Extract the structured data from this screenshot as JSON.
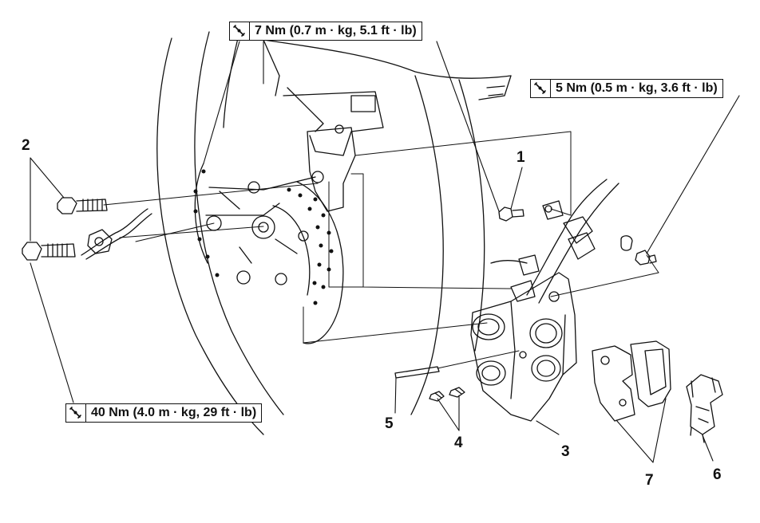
{
  "torque_specs": {
    "top": "7 Nm (0.7 m · kg, 5.1 ft · lb)",
    "right": "5 Nm (0.5 m · kg, 3.6 ft · lb)",
    "left": "40 Nm (4.0 m · kg, 29 ft · lb)"
  },
  "callouts": {
    "c1": "1",
    "c2": "2",
    "c3": "3",
    "c4": "4",
    "c5": "5",
    "c6": "6",
    "c7": "7"
  },
  "icons": {
    "torque": "torque-wrench-icon"
  }
}
